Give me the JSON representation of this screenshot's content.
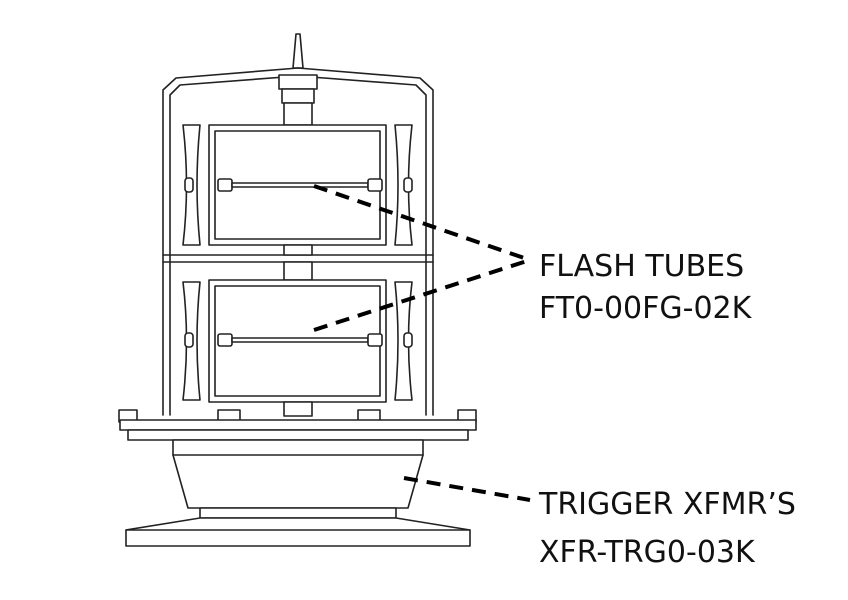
{
  "callouts": {
    "flash_tubes": {
      "title": "FLASH TUBES",
      "part_number": "FT0-00FG-02K"
    },
    "trigger_transformers": {
      "title": "TRIGGER XFMR’S",
      "part_number": "XFR-TRG0-03K"
    }
  },
  "colors": {
    "line": "#222222",
    "leader": "#000000",
    "background": "#ffffff"
  }
}
